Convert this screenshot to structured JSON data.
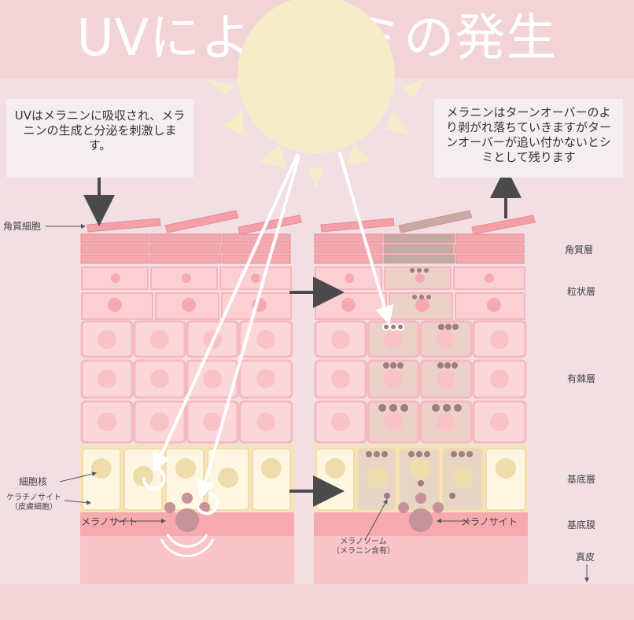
{
  "title": "UVによるシミの発生",
  "note_left": "UVはメラニンに吸収され、メラニンの生成と分泌を刺激します。",
  "note_right": "メラニンはターンオーバーのより剥がれ落ちていきますがターンオーバーが追い付かないとシミとして残ります",
  "labels": {
    "kakushitsu_saibou": "角質細胞",
    "saibou_kaku": "細胞核",
    "keratinocyte_1": "ケラチノサイト",
    "keratinocyte_2": "（皮膚細胞）",
    "melanocyte_left": "メラノサイト",
    "melanocyte_right": "メラノサイト",
    "melanosome_1": "メラノソーム",
    "melanosome_2": "（メラニン含有）"
  },
  "layers": {
    "kakushitsu": "角質層",
    "ryujo": "粒状層",
    "yukyoku": "有棘層",
    "kitei": "基底層",
    "kiteimaku": "基底膜",
    "shinpi": "真皮"
  }
}
